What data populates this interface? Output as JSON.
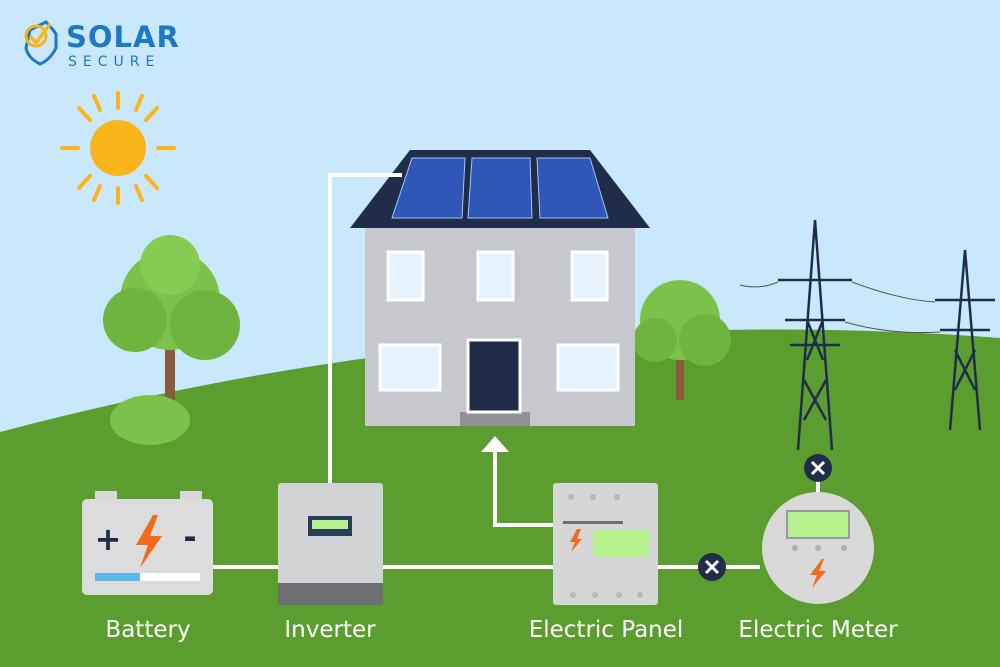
{
  "logo": {
    "brand_top": "SOLAR",
    "brand_bottom": "SECURE"
  },
  "labels": {
    "battery": "Battery",
    "inverter": "Inverter",
    "panel": "Electric Panel",
    "meter": "Electric Meter"
  },
  "battery": {
    "plus": "+",
    "minus": "-"
  },
  "colors": {
    "sky": "#c9e8fb",
    "grass": "#5b9e2f",
    "roof": "#1f2d4b",
    "wire": "#ffffff",
    "accent": "#f26a1b",
    "display": "#b5f28e"
  }
}
